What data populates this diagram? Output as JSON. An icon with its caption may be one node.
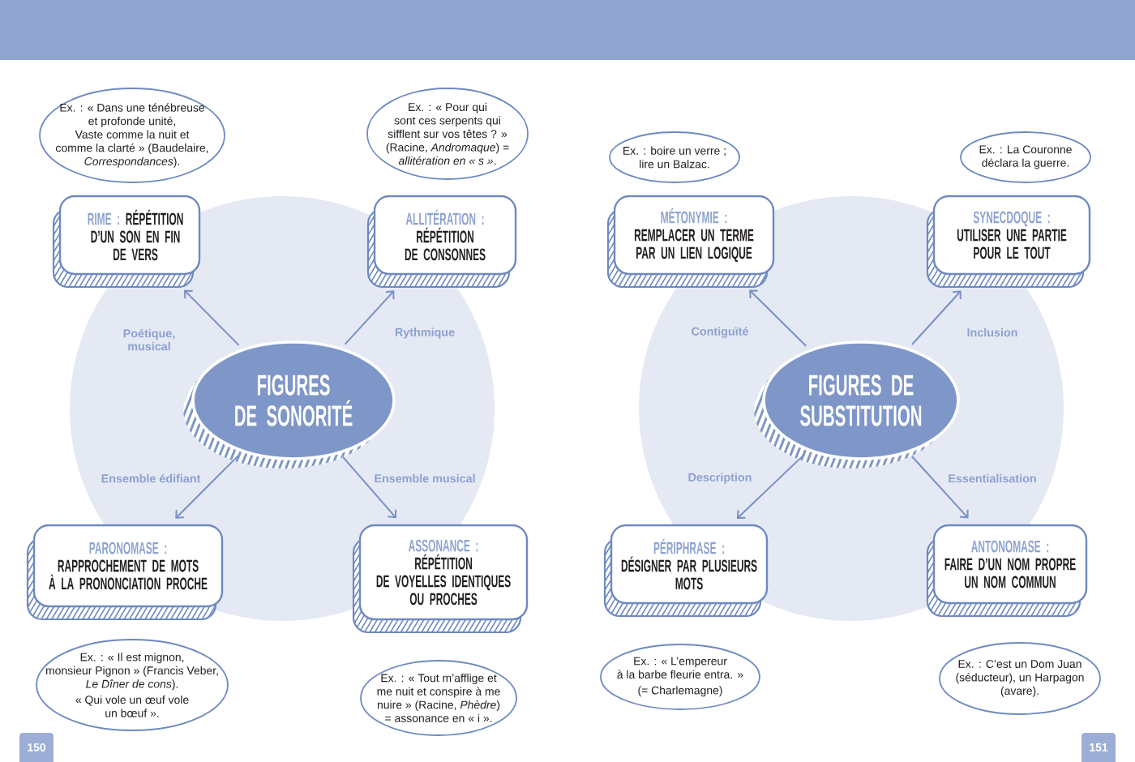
{
  "diagram": {
    "nodes": [
      {
        "text": [
          "Ex. : « Dans une ténébreuse et profonde unité, Vaste comme la nuit et comme la clarté » (Baudelaire, *Correspondances*)."
        ]
      },
      {
        "text": [
          "Ex. : « Pour qui sont ces serpents qui sifflent sur vos têtes ? » (Racine, *Andromaque*) = *allitération en « s »*."
        ]
      },
      {
        "text": [
          "RIME :",
          "RÉPÉTITION D’UN SON EN FIN DE VERS"
        ]
      },
      {
        "text": [
          "ALLITÉRATION :",
          "RÉPÉTITION DE CONSONNES"
        ]
      },
      {
        "text": [
          "FIGURES DE SONORITÉ"
        ]
      },
      {
        "text": [
          "PARONOMASE :",
          "RAPPROCHEMENT DE MOTS À LA PRONONCIATION PROCHE"
        ]
      },
      {
        "text": [
          "ASSONANCE :",
          "RÉPÉTITION DE VOYELLES IDENTIQUES OU PROCHES"
        ]
      },
      {
        "text": [
          "Ex. : « Il est mignon, monsieur Pignon » (Francis Veber, *Le Dîner de cons*).",
          "« Qui vole un œuf vole un bœuf »."
        ]
      },
      {
        "text": [
          "Ex. : « Tout m’afflige et me nuit et conspire à me nuire » (Racine, *Phèdre*) = assonance en « i »."
        ]
      },
      {
        "text": [
          "Ex. : boire un verre ; lire un Balzac."
        ]
      },
      {
        "text": [
          "Ex. : La Couronne déclara la guerre."
        ]
      },
      {
        "text": [
          "MÉTONYMIE :",
          "REMPLACER UN TERME PAR UN LIEN LOGIQUE"
        ]
      },
      {
        "text": [
          "SYNECDOQUE :",
          "UTILISER UNE PARTIE POUR LE TOUT"
        ]
      },
      {
        "text": [
          "FIGURES DE SUBSTITUTION"
        ]
      },
      {
        "text": [
          "PÉRIPHRASE :",
          "DÉSIGNER PAR PLUSIEURS MOTS"
        ]
      },
      {
        "text": [
          "ANTONOMASE :",
          "FAIRE D’UN NOM PROPRE UN NOM COMMUN"
        ]
      },
      {
        "text": [
          "Ex. : « L’empereur à la barbe fleurie entra. »",
          "(= Charlemagne)"
        ]
      },
      {
        "text": [
          "Ex. : C’est un Dom Juan (séducteur), un Harpagon (avare)."
        ]
      }
    ],
    "edges": [
      {
        "from": 4,
        "to": 2,
        "arrow": "to",
        "label": "Poétique, musical"
      },
      {
        "from": 4,
        "to": 3,
        "arrow": "to",
        "label": "Rythmique"
      },
      {
        "from": 4,
        "to": 5,
        "arrow": "to",
        "label": "Ensemble édifiant"
      },
      {
        "from": 4,
        "to": 6,
        "arrow": "to",
        "label": "Ensemble musical"
      },
      {
        "from": 13,
        "to": 11,
        "arrow": "to",
        "label": "Contiguïté"
      },
      {
        "from": 13,
        "to": 12,
        "arrow": "to",
        "label": "Inclusion"
      },
      {
        "from": 13,
        "to": 14,
        "arrow": "to",
        "label": "Description"
      },
      {
        "from": 13,
        "to": 15,
        "arrow": "to",
        "label": "Essentialisation"
      }
    ],
    "labels": [
      "150",
      "151"
    ]
  }
}
